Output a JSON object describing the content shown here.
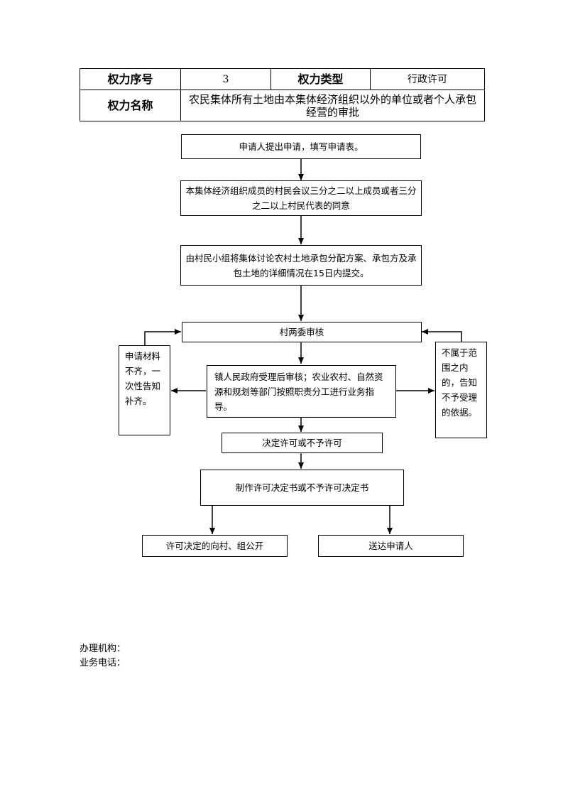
{
  "header": {
    "seq_label": "权力序号",
    "seq_value": "3",
    "type_label": "权力类型",
    "type_value": "行政许可",
    "name_label": "权力名称",
    "name_value": "农民集体所有土地由本集体经济组织以外的单位或者个人承包经营的审批"
  },
  "flow": {
    "step1": "申请人提出申请，填写申请表。",
    "step2": "本集体经济组织成员的村民会议三分之二以上成员或者三分之二以上村民代表的同意",
    "step3": "由村民小组将集体讨论农村土地承包分配方案、承包方及承包土地的详细情况在15日内提交。",
    "step4": "村两委审核",
    "step5": "镇人民政府受理后审核；农业农村、自然资源和规划等部门按照职责分工进行业务指导。",
    "left_branch": "申请材料不齐，一次性告知补齐。",
    "right_branch": "不属于范围之内的，告知不予受理的依据。",
    "step6": "决定许可或不予许可",
    "step7": "制作许可决定书或不予许可决定书",
    "out_left": "许可决定的向村、组公开",
    "out_right": "送达申请人"
  },
  "footer": {
    "org_label": "办理机构：",
    "phone_label": "业务电话："
  }
}
